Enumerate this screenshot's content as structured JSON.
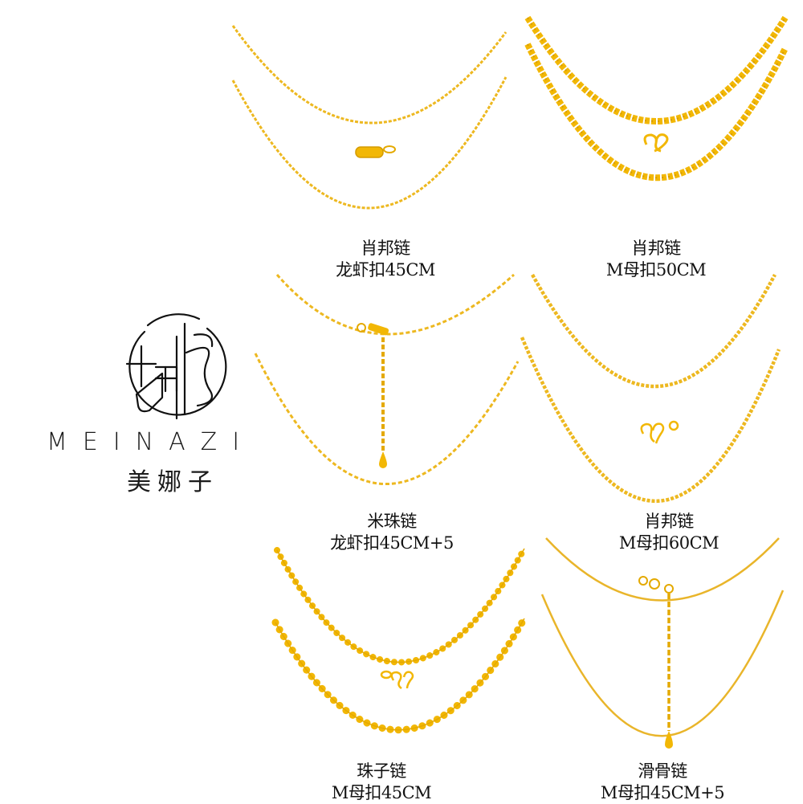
{
  "brand": {
    "name_en": "MEINAZI",
    "name_cn": "美娜子",
    "logo_glyph": "娜",
    "logo_icon": "circle-calligraphy-logo"
  },
  "colors": {
    "gold": "#F2B705",
    "gold_dark": "#D49B00",
    "gold_light": "#F8D24A",
    "text": "#111111",
    "background": "#FFFFFF"
  },
  "products": [
    {
      "name": "肖邦链",
      "spec": "龙虾扣45CM",
      "chain_style": "fine-link",
      "clasp": "lobster-clasp"
    },
    {
      "name": "肖邦链",
      "spec": "M母扣50CM",
      "chain_style": "thick-wheat",
      "clasp": "m-clasp"
    },
    {
      "name": "米珠链",
      "spec": "龙虾扣45CM+5",
      "chain_style": "rice-bead",
      "clasp": "lobster-clasp-with-extender"
    },
    {
      "name": "肖邦链",
      "spec": "M母扣60CM",
      "chain_style": "rope-link",
      "clasp": "m-clasp"
    },
    {
      "name": "珠子链",
      "spec": "M母扣45CM",
      "chain_style": "ball-bead",
      "clasp": "m-clasp"
    },
    {
      "name": "滑骨链",
      "spec": "M母扣45CM+5",
      "chain_style": "snake",
      "clasp": "m-clasp-with-extender"
    }
  ]
}
